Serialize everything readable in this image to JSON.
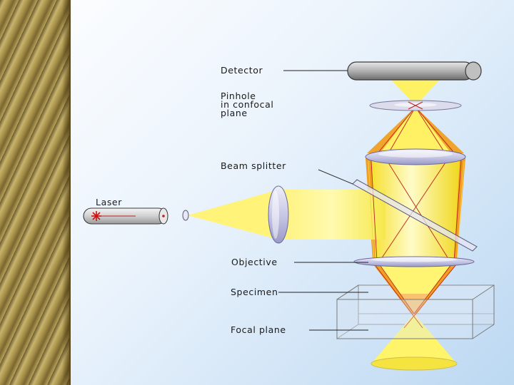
{
  "labels": {
    "detector": "Detector",
    "pinhole_line1": "Pinhole",
    "pinhole_line2": "in confocal",
    "pinhole_line3": "plane",
    "beam_splitter": "Beam splitter",
    "laser": "Laser",
    "objective": "Objective",
    "specimen": "Specimen",
    "focal_plane": "Focal plane"
  },
  "colors": {
    "beam_yellow": "#fff25a",
    "beam_orange": "#f0a020",
    "ray_red": "#c02020",
    "lens_lavender": "#c8c8e8",
    "side_gold": "#b8a25a"
  }
}
